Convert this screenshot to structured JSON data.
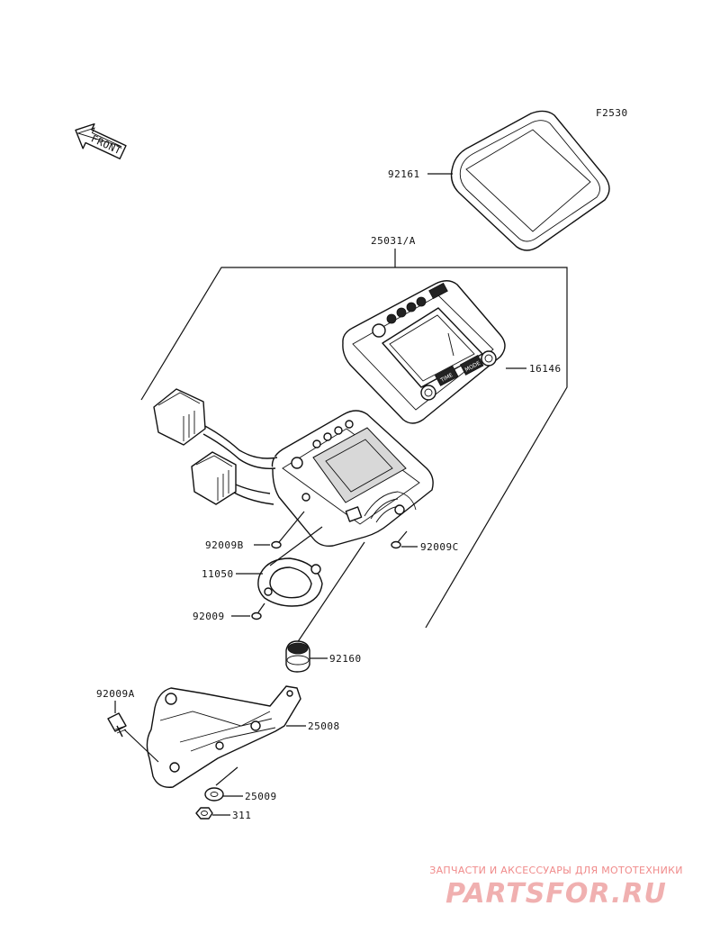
{
  "diagram": {
    "figure_code": "F2530",
    "front_label": "FRONT",
    "meter_face_labels": {
      "time": "TIME",
      "mode": "MODE"
    },
    "callouts": [
      {
        "id": "92161",
        "label": "92161"
      },
      {
        "id": "25031a",
        "label": "25031/A"
      },
      {
        "id": "16146",
        "label": "16146"
      },
      {
        "id": "92009b",
        "label": "92009B"
      },
      {
        "id": "92009c",
        "label": "92009C"
      },
      {
        "id": "11050",
        "label": "11050"
      },
      {
        "id": "92009",
        "label": "92009"
      },
      {
        "id": "92160",
        "label": "92160"
      },
      {
        "id": "92009a",
        "label": "92009A"
      },
      {
        "id": "25008",
        "label": "25008"
      },
      {
        "id": "25009",
        "label": "25009"
      },
      {
        "id": "311",
        "label": "311"
      }
    ]
  },
  "watermark": {
    "tagline": "ЗАПЧАСТИ И АКСЕССУАРЫ ДЛЯ МОТОТЕХНИКИ",
    "brand": "PARTSFOR.RU",
    "color": "#f08a8a"
  }
}
